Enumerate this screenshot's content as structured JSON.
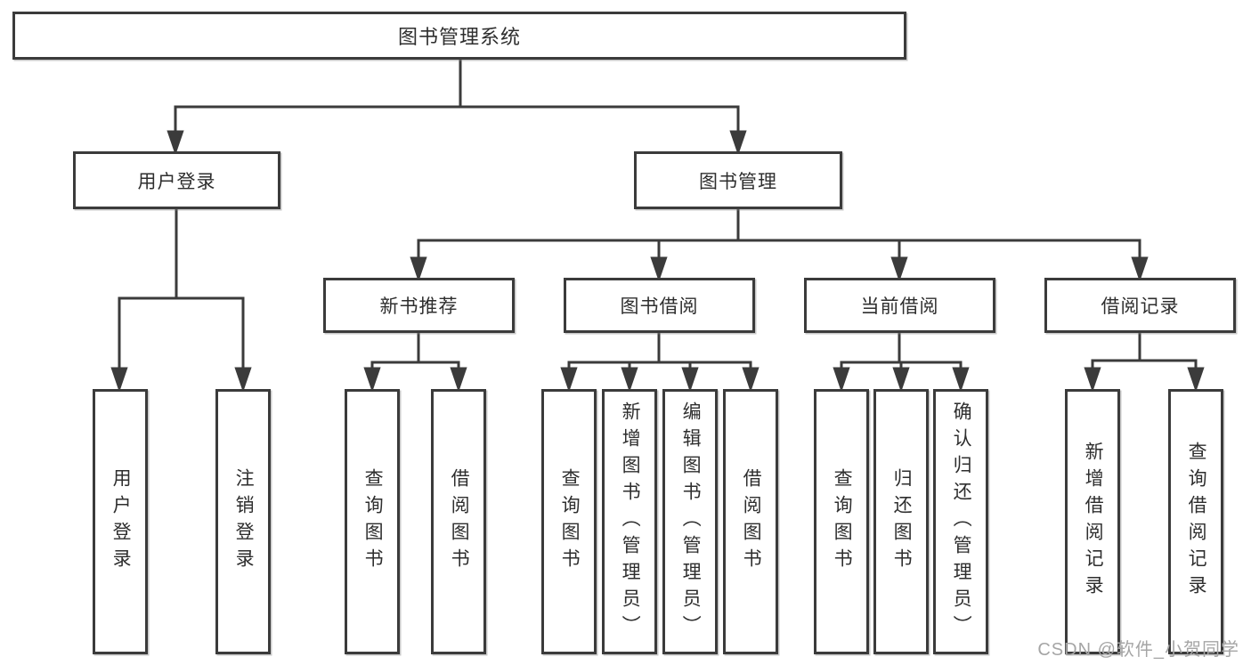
{
  "tree": {
    "root": {
      "label": "图书管理系统",
      "children": [
        {
          "label": "用户登录",
          "children": [
            {
              "label": "用户登录"
            },
            {
              "label": "注销登录"
            }
          ]
        },
        {
          "label": "图书管理",
          "children": [
            {
              "label": "新书推荐",
              "children": [
                {
                  "label": "查询图书"
                },
                {
                  "label": "借阅图书"
                }
              ]
            },
            {
              "label": "图书借阅",
              "children": [
                {
                  "label": "查询图书"
                },
                {
                  "label": "新增图书（管理员）"
                },
                {
                  "label": "编辑图书（管理员）"
                },
                {
                  "label": "借阅图书"
                }
              ]
            },
            {
              "label": "当前借阅",
              "children": [
                {
                  "label": "查询图书"
                },
                {
                  "label": "归还图书"
                },
                {
                  "label": "确认归还（管理员）"
                }
              ]
            },
            {
              "label": "借阅记录",
              "children": [
                {
                  "label": "新增借阅记录"
                },
                {
                  "label": "查询借阅记录"
                }
              ]
            }
          ]
        }
      ]
    }
  },
  "watermark": {
    "text": "CSDN @软件_小贺同学"
  },
  "style": {
    "line_color": "#3b3b3b",
    "box_border_color": "#3b3b3b",
    "text_color": "#2e2e2e",
    "watermark_color": "#a5a5a5",
    "background_color": "#ffffff"
  }
}
